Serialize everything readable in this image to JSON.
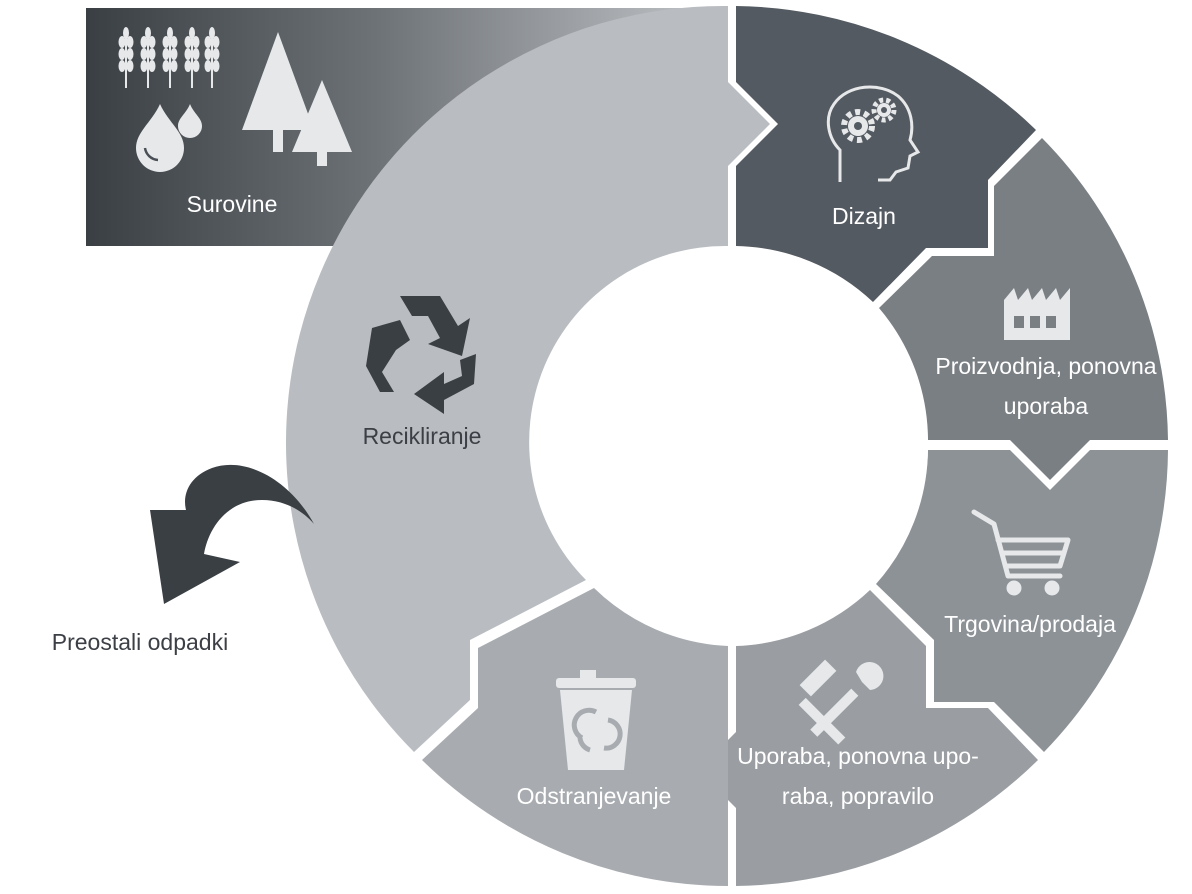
{
  "source": {
    "label": "Surovine"
  },
  "segments": [
    {
      "id": "dizajn",
      "lines": [
        "Dizajn"
      ],
      "icon": "head-gears-icon"
    },
    {
      "id": "proizvodnja",
      "lines": [
        "Proizvodnja, ponovna",
        "uporaba"
      ],
      "icon": "factory-icon"
    },
    {
      "id": "trgovina",
      "lines": [
        "Trgovina/prodaja"
      ],
      "icon": "shopping-cart-icon"
    },
    {
      "id": "uporaba",
      "lines": [
        "Uporaba, ponovna upo-",
        "raba, popravilo"
      ],
      "icon": "hammer-wrench-icon"
    },
    {
      "id": "odstranjevanje",
      "lines": [
        "Odstranjevanje"
      ],
      "icon": "recycle-bin-icon"
    },
    {
      "id": "recikliranje",
      "lines": [
        "Recikliranje"
      ],
      "icon": "recycle-icon"
    }
  ],
  "exit": {
    "label": "Preostali odpadki"
  },
  "colors": {
    "dizajn": "#545a61",
    "proizvodnja": "#7a7f84",
    "trgovina": "#8d9297",
    "uporaba": "#9a9ea2",
    "odstranjevanje": "#a8acb0",
    "recikliranje": "#b9bdc1",
    "dark": "#3a3f44",
    "icon_light": "#e6e8ea"
  }
}
